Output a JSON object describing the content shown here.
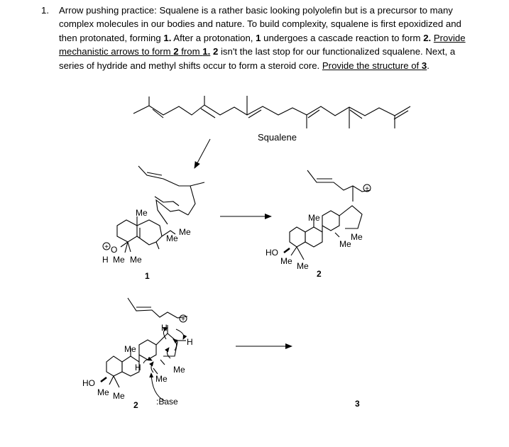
{
  "question": {
    "number": "1.",
    "sentences": {
      "s1": "Arrow pushing practice: Squalene is a rather basic looking polyolefin but is a precursor to many complex molecules in our bodies and nature. To build complexity, squalene is first epoxidized and then protonated, forming ",
      "s1_bold": "1.",
      "s2": " After a protonation, ",
      "s2_bold": "1",
      "s3": " undergoes a cascade reaction to form ",
      "s3_bold": "2.",
      "s4_u1": "Provide mechanistic arrows to form ",
      "s4_u1_bold": "2",
      "s4_u2": " from ",
      "s4_u2_bold": "1.",
      "s5": " ",
      "s5_bold": "2",
      "s6": " isn't the last stop for our functionalized squalene. Next, a series of hydride and methyl shifts occur to form a steroid core. ",
      "s7_u": "Provide the structure of ",
      "s7_u_bold": "3",
      "s8": "."
    }
  },
  "scheme": {
    "squalene_label": "Squalene",
    "compound1": {
      "label": "1",
      "me1": "Me",
      "me2": "Me",
      "me3": "Me",
      "oxygen": "O",
      "h": "H",
      "me4": "Me",
      "me5": "Me",
      "charge": "+"
    },
    "compound2_top": {
      "label": "2",
      "me1": "Me",
      "me2": "Me",
      "ho": "HO",
      "me3": "Me",
      "me4": "Me",
      "charge": "+"
    },
    "compound2_bottom": {
      "label": "2",
      "h1": "H",
      "h2": "H",
      "h3": "H",
      "me1": "Me",
      "me2": "Me",
      "me3": "Me",
      "ho": "HO",
      "me4": "Me",
      "me5": "Me",
      "base": ":Base",
      "charge": "+"
    },
    "compound3": {
      "label": "3"
    }
  }
}
